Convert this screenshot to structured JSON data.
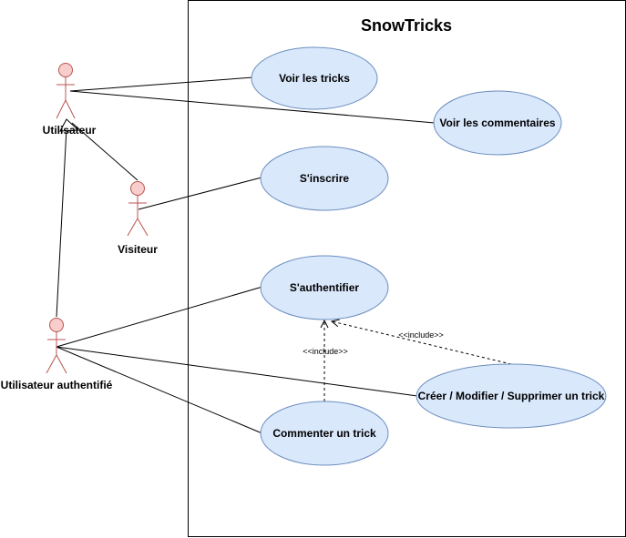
{
  "system": {
    "title": "SnowTricks"
  },
  "actors": {
    "utilisateur": "Utilisateur",
    "visiteur": "Visiteur",
    "authentifie": "Utilisateur authentifié"
  },
  "use_cases": {
    "voir_tricks": "Voir les tricks",
    "voir_commentaires": "Voir les commentaires",
    "inscrire": "S'inscrire",
    "authentifier": "S'authentifier",
    "crud_trick": "Créer / Modifier / Supprimer un trick",
    "commenter": "Commenter un trick"
  },
  "relations": {
    "include_1": "<<include>>",
    "include_2": "<<include>>"
  },
  "colors": {
    "actor_fill": "#f8cecc",
    "actor_stroke": "#b85450",
    "usecase_fill": "#dae8fc",
    "usecase_stroke": "#6c8ebf"
  }
}
